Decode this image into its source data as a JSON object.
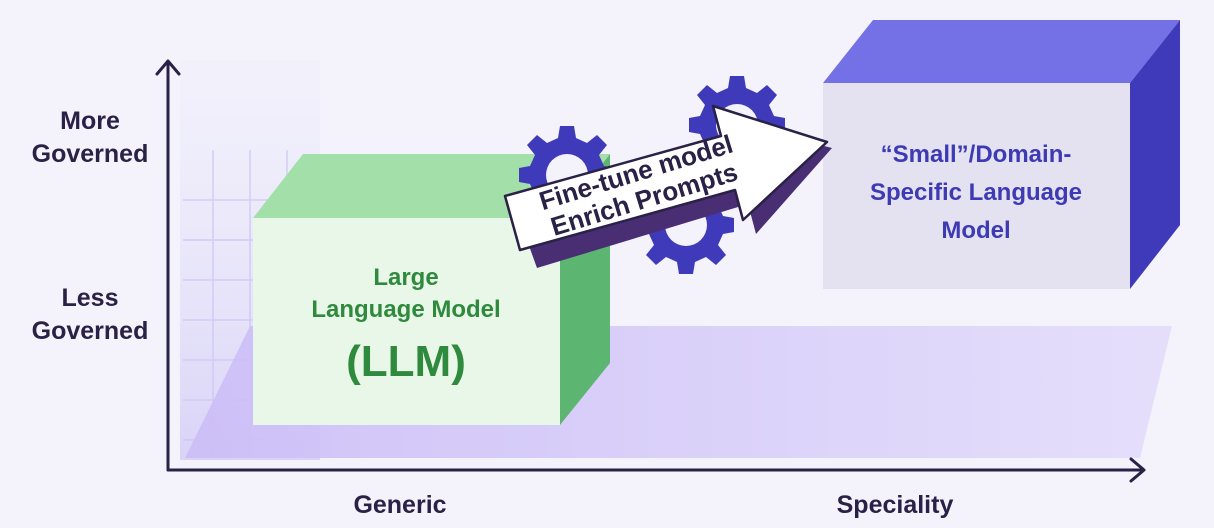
{
  "y_axis": {
    "top_label": "More\nGoverned",
    "bottom_label": "Less\nGoverned"
  },
  "x_axis": {
    "left_label": "Generic",
    "right_label": "Speciality"
  },
  "llm_box": {
    "title": "Large\nLanguage Model",
    "abbr": "(LLM)"
  },
  "slm_box": {
    "title": "“Small”/Domain-\nSpecific Language\nModel"
  },
  "transition_arrow": {
    "line1": "Fine-tune model",
    "line2": "Enrich Prompts"
  },
  "colors": {
    "axis": "#2a2147",
    "llm_front": "#e9f7e8",
    "llm_top": "#a3dfa8",
    "llm_side": "#5cb571",
    "llm_text": "#2f8a3e",
    "slm_front": "#e4e2f1",
    "slm_top": "#7470e6",
    "slm_side": "#3f3ab9",
    "slm_text": "#3d3ab3",
    "gear": "#3f3ab9",
    "floor": "#d9cffa",
    "arrow_fill": "#ffffff",
    "arrow_shadow": "#4a2e73"
  },
  "icons": [
    "gear-icon",
    "gear-icon",
    "gear-icon"
  ]
}
